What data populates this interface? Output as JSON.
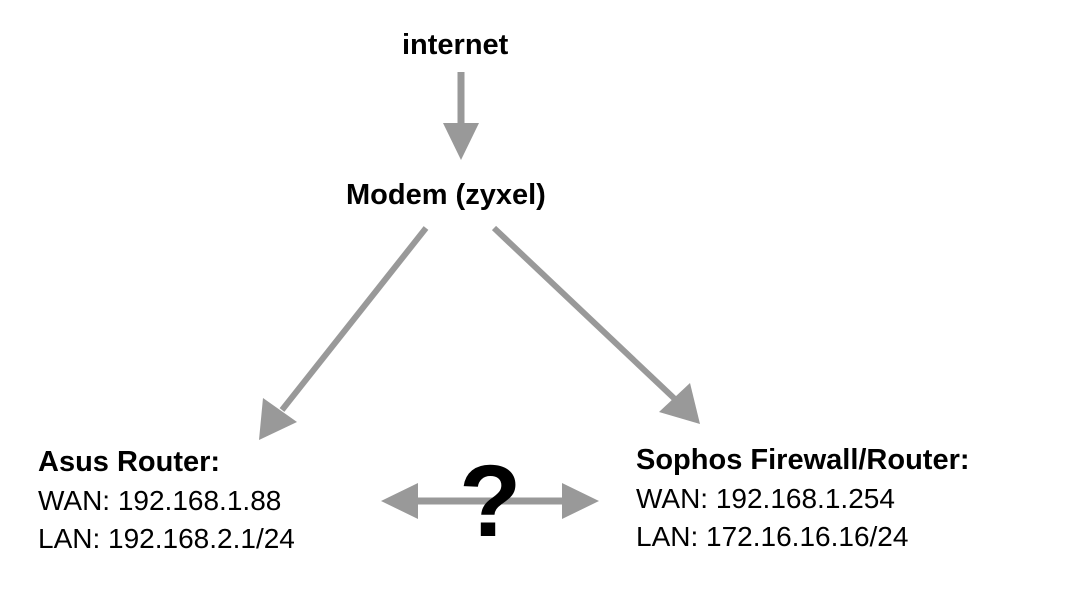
{
  "nodes": {
    "internet": {
      "title": "internet"
    },
    "modem": {
      "title": "Modem (zyxel)"
    },
    "asus": {
      "title": "Asus Router:",
      "wan": "WAN: 192.168.1.88",
      "lan": "LAN: 192.168.2.1/24"
    },
    "sophos": {
      "title": "Sophos Firewall/Router:",
      "wan": "WAN: 192.168.1.254",
      "lan": "LAN: 172.16.16.16/24"
    }
  },
  "link_label": "?",
  "colors": {
    "arrow": "#999999",
    "text": "#000000",
    "background": "#ffffff"
  }
}
